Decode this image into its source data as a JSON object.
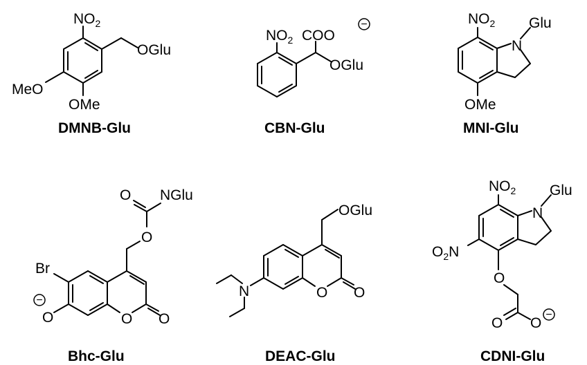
{
  "molecules": [
    {
      "name": "DMNB-Glu",
      "nitro": "NO",
      "nitro_sub": "2",
      "leaving_group": "OGlu",
      "methoxy_left": "MeO",
      "methoxy_bottom": "OMe"
    },
    {
      "name": "CBN-Glu",
      "nitro": "NO",
      "nitro_sub": "2",
      "carboxylate": "COO",
      "charge": "−",
      "leaving_group": "OGlu"
    },
    {
      "name": "MNI-Glu",
      "nitro": "NO",
      "nitro_sub": "2",
      "n_atom": "N",
      "glu": "Glu",
      "methoxy_bottom": "OMe"
    },
    {
      "name": "Bhc-Glu",
      "carbonyl_o": "O",
      "nglu": "NGlu",
      "ester_o": "O",
      "bromo": "Br",
      "phenoxide_o": "O",
      "charge": "−",
      "ring_o": "O",
      "lactone_o": "O"
    },
    {
      "name": "DEAC-Glu",
      "leaving_group": "OGlu",
      "amine_n": "N",
      "ring_o": "O",
      "lactone_o": "O"
    },
    {
      "name": "CDNI-Glu",
      "nitro": "NO",
      "nitro_sub": "2",
      "n_atom": "N",
      "glu": "Glu",
      "nitro2": "O",
      "nitro2_sub": "2",
      "nitro2_n": "N",
      "ether_o": "O",
      "carbonyl_o": "O",
      "carboxylate_o": "O",
      "charge": "−"
    }
  ]
}
